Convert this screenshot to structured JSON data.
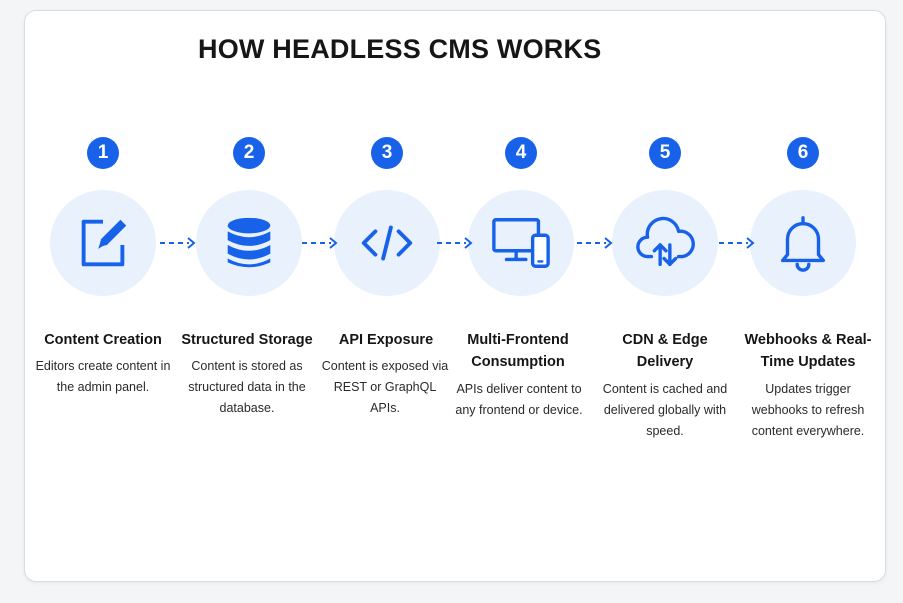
{
  "title": "HOW HEADLESS CMS WORKS",
  "accent_color": "#1762e8",
  "circle_color": "#e9f1fd",
  "steps": [
    {
      "number": "1",
      "icon": "edit-icon",
      "title": "Content Creation",
      "description": "Editors create content in the admin panel."
    },
    {
      "number": "2",
      "icon": "database-icon",
      "title": "Structured Storage",
      "description": "Content is stored as structured data in the database."
    },
    {
      "number": "3",
      "icon": "code-icon",
      "title": "API Exposure",
      "description": "Content is exposed via REST or GraphQL APIs."
    },
    {
      "number": "4",
      "icon": "devices-icon",
      "title": "Multi-Frontend Consumption",
      "description": "APIs deliver content to any frontend or device."
    },
    {
      "number": "5",
      "icon": "cloud-sync-icon",
      "title": "CDN & Edge Delivery",
      "description": "Content is cached and delivered globally with speed."
    },
    {
      "number": "6",
      "icon": "bell-icon",
      "title": "Webhooks & Real-Time Updates",
      "description": "Updates trigger webhooks to refresh content everywhere."
    }
  ]
}
